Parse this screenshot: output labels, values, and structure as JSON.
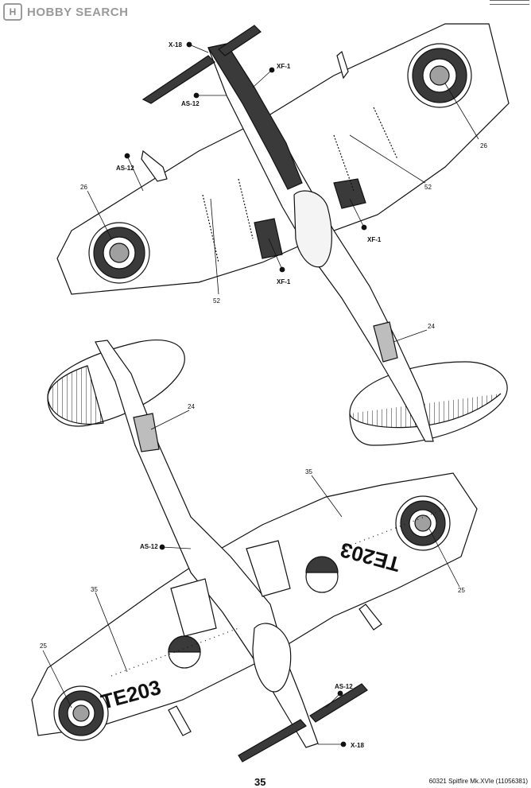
{
  "watermark": {
    "mark": "H",
    "text": "HOBBY SEARCH"
  },
  "top_view": {
    "labels": [
      "X-18",
      "XF-1",
      "AS-12",
      "AS-12",
      "XF-1",
      "XF-1"
    ],
    "refs": [
      "26",
      "26",
      "52",
      "52",
      "24"
    ]
  },
  "bottom_view": {
    "labels": [
      "AS-12",
      "AS-12",
      "X-18"
    ],
    "refs": [
      "24",
      "35",
      "35",
      "25",
      "25"
    ],
    "serial_right": "TE203",
    "serial_left": "TE203"
  },
  "colors": {
    "dark_green": "#3a3a3a",
    "grey": "#bdbdbd",
    "roundel_red": "#a0a0a0",
    "line": "#111111"
  },
  "footer": {
    "page": "35",
    "info": "60321 Spitfire Mk.XVIe (11056381)"
  }
}
